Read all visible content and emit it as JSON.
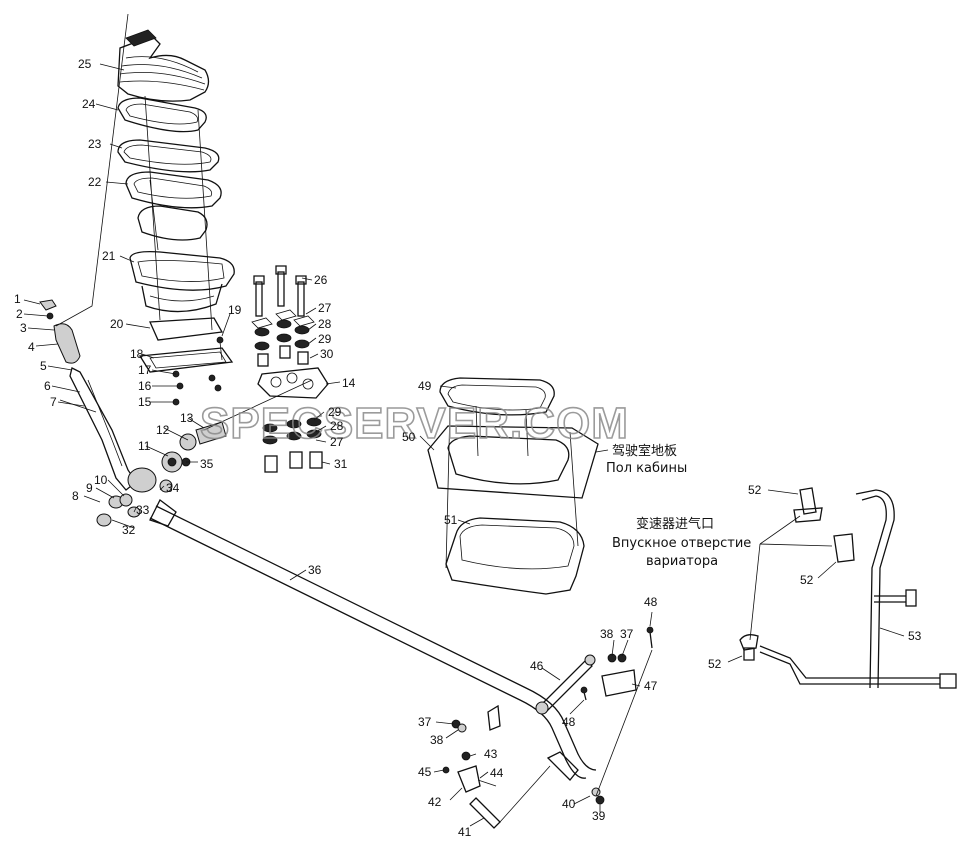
{
  "watermark": "SPECSERVER.COM",
  "captions": {
    "cab_floor_cn": "驾驶室地板",
    "cab_floor_ru": "Пол кабины",
    "intake_cn": "变速器进气口",
    "intake_ru_line1": "Впускное отверстие",
    "intake_ru_line2": "вариатора"
  },
  "callouts": {
    "n1": "1",
    "n2": "2",
    "n3": "3",
    "n4": "4",
    "n5": "5",
    "n6": "6",
    "n7": "7",
    "n8": "8",
    "n9": "9",
    "n10": "10",
    "n11": "11",
    "n12": "12",
    "n13": "13",
    "n14": "14",
    "n15": "15",
    "n16": "16",
    "n17": "17",
    "n18": "18",
    "n19": "19",
    "n20": "20",
    "n21": "21",
    "n22": "22",
    "n23": "23",
    "n24": "24",
    "n25": "25",
    "n26": "26",
    "n27a": "27",
    "n28a": "28",
    "n29a": "29",
    "n30": "30",
    "n29b": "29",
    "n28b": "28",
    "n27b": "27",
    "n31": "31",
    "n32": "32",
    "n33": "33",
    "n34": "34",
    "n35": "35",
    "n36": "36",
    "n37a": "37",
    "n38a": "38",
    "n37b": "37",
    "n38b": "38",
    "n39": "39",
    "n40": "40",
    "n41": "41",
    "n42": "42",
    "n43": "43",
    "n44": "44",
    "n45": "45",
    "n46": "46",
    "n47": "47",
    "n48a": "48",
    "n48b": "48",
    "n49": "49",
    "n50": "50",
    "n51": "51",
    "n52a": "52",
    "n52b": "52",
    "n52c": "52",
    "n53": "53"
  },
  "colors": {
    "line": "#111111",
    "watermark": "#8a8a8a"
  }
}
